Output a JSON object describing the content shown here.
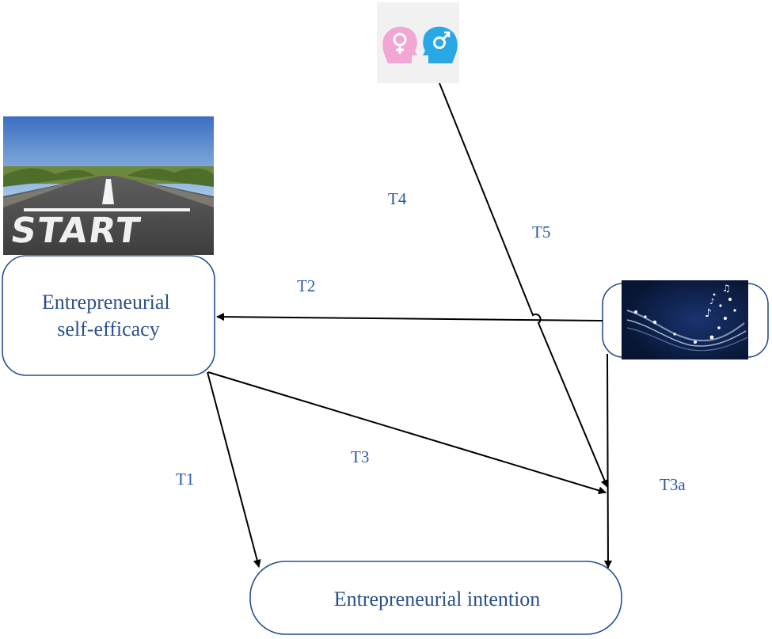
{
  "nodes": {
    "self_efficacy": {
      "lines": [
        "Entrepreneurial",
        "self-efficacy"
      ]
    },
    "intention": {
      "label": "Entrepreneurial intention"
    }
  },
  "pictures": {
    "road_start": {
      "road_text": "START"
    }
  },
  "edges": {
    "t1": "T1",
    "t2": "T2",
    "t3": "T3",
    "t3a": "T3a",
    "t4": "T4",
    "t5": "T5"
  },
  "colors": {
    "node_text": "#2a4f8c",
    "edge_label": "#2a59a8",
    "arrow": "#000000",
    "gender_female": "#f2a6d3",
    "gender_male": "#29a7e6",
    "music_bg": "#0b1a3d"
  },
  "icons": {
    "gender": "gender-heads-icon",
    "road": "road-start-icon",
    "music": "music-wave-icon"
  }
}
